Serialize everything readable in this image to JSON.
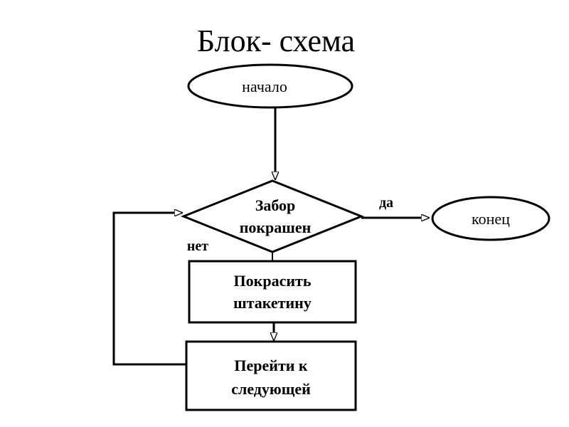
{
  "title": "Блок- схема",
  "nodes": {
    "start": "начало",
    "decision_line1": "Забор",
    "decision_line2": "покрашен",
    "paint_line1": "Покрасить",
    "paint_line2": "штакетину",
    "next_line1": "Перейти к",
    "next_line2": "следующей",
    "end": "конец"
  },
  "edges": {
    "yes": "да",
    "no": "нет"
  }
}
